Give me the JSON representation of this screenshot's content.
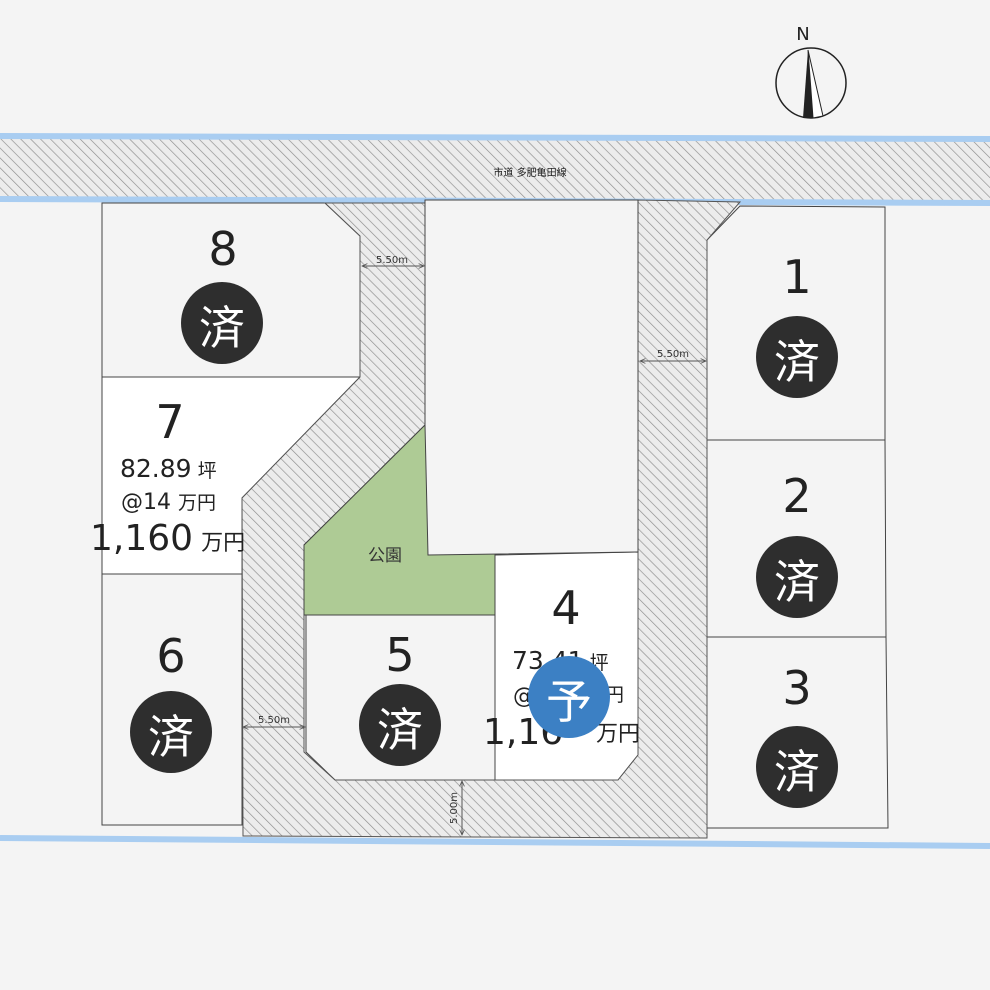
{
  "road_name": "市道 多肥亀田線",
  "compass_label": "N",
  "park_label": "公園",
  "dimensions": {
    "top_left": "5.50m",
    "top_right": "5.50m",
    "left_lower": "5.50m",
    "bottom": "5.00m"
  },
  "lots": [
    {
      "number": "1",
      "status": "済"
    },
    {
      "number": "2",
      "status": "済"
    },
    {
      "number": "3",
      "status": "済"
    },
    {
      "number": "4",
      "status": "予",
      "area_value": "73.41",
      "area_unit": "坪",
      "unit_price_prefix": "@",
      "unit_price_suffix": "円",
      "total_prefix": "1,16",
      "total_unit": "万円"
    },
    {
      "number": "5",
      "status": "済"
    },
    {
      "number": "6",
      "status": "済"
    },
    {
      "number": "7",
      "area_value": "82.89",
      "area_unit": "坪",
      "unit_price": "@14",
      "unit_price_unit": "万円",
      "total": "1,160",
      "total_unit": "万円"
    },
    {
      "number": "8",
      "status": "済"
    }
  ],
  "colors": {
    "background": "#f4f4f4",
    "road_edge": "#a9cdf1",
    "hatch_fill": "#e9e9e9",
    "hatch_line": "#8c8c8c",
    "park": "#aecb95",
    "sold_badge": "#2e2e2e",
    "reserved_badge": "#3c80c4",
    "lot_line": "#444444"
  }
}
